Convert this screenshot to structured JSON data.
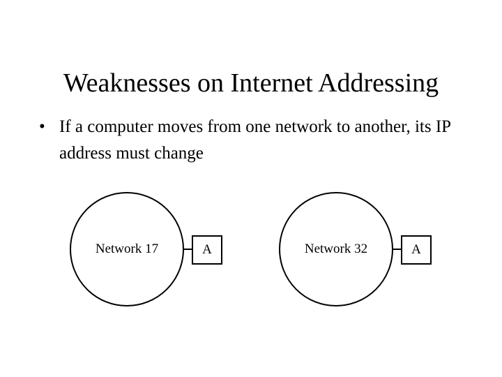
{
  "slide": {
    "title": "Weaknesses on Internet Addressing",
    "background_color": "#ffffff",
    "text_color": "#000000",
    "bullets": [
      {
        "marker": "•",
        "text": "If a computer moves from one network to another, its IP address must change"
      }
    ],
    "diagram": {
      "stroke_color": "#000000",
      "nodes": [
        {
          "network_label": "Network 17",
          "host_label": "A"
        },
        {
          "network_label": "Network 32",
          "host_label": "A"
        }
      ]
    }
  }
}
